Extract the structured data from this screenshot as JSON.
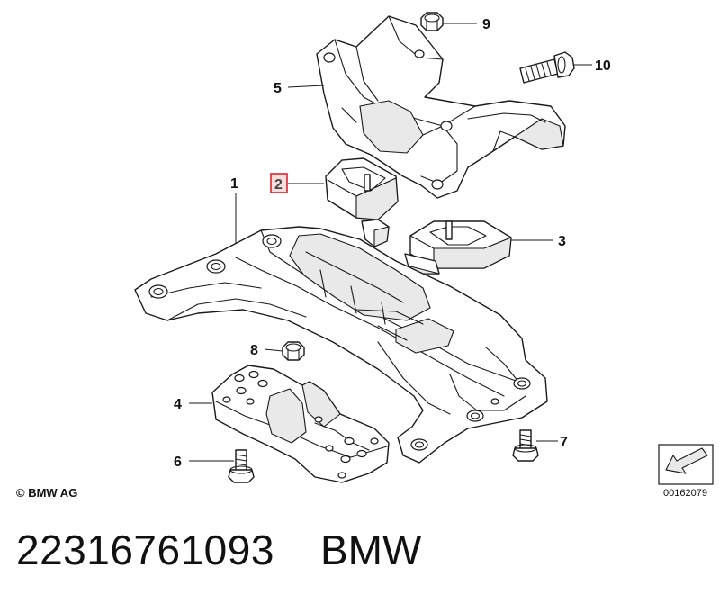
{
  "diagram": {
    "callouts": [
      "1",
      "2",
      "3",
      "4",
      "5",
      "6",
      "7",
      "8",
      "9",
      "10"
    ],
    "highlighted_callout": "2",
    "highlight_color": "#d9262c"
  },
  "footer": {
    "copyright": "© BMW AG",
    "reference_number": "00162079",
    "part_number": "22316761093",
    "brand": "BMW"
  }
}
